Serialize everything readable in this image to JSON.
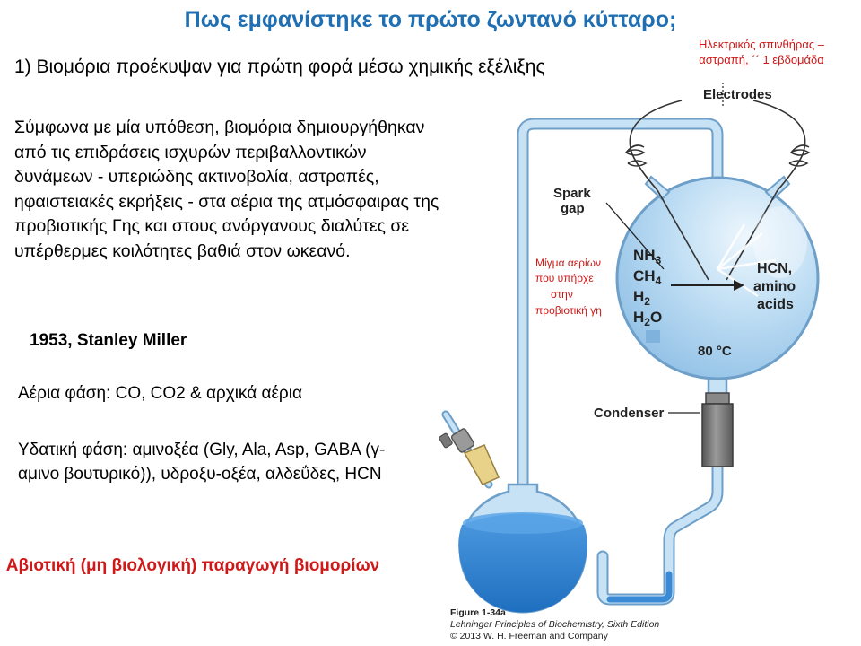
{
  "title": "Πως εμφανίστηκε το πρώτο ζωντανό κύτταρο;",
  "subtitle": "1) Βιομόρια προέκυψαν για πρώτη φορά μέσω χημικής εξέλιξης",
  "spark_note": "Ηλεκτρικός σπινθήρας – αστραπή, ´´ 1 εβδομάδα",
  "hypothesis": "Σύμφωνα με μία υπόθεση, βιομόρια δημιουργήθηκαν από τις επιδράσεις ισχυρών περιβαλλοντικών δυνάμεων - υπεριώδης ακτινοβολία, αστραπές, ηφαιστειακές εκρήξεις - στα αέρια της ατμόσφαιρας της προβιοτικής Γης και στους ανόργανους διαλύτες σε υπέρθερμες κοιλότητες βαθιά στον ωκεανό.",
  "miller": "1953, Stanley Miller",
  "gas_phase": "Αέρια φάση:  CO, CO2 & αρχικά αέρια",
  "aqueous_phase": "Υδατική φάση: αμινοξέα (Gly, Ala, Asp, GABA (γ-αμινο βουτυρικό)), υδροξυ-οξέα, αλδεΰδες, HCN",
  "abiotic": "Αβιοτική (μη βιολογική) παραγωγή βιομορίων",
  "diagram": {
    "electrodes": "Electrodes",
    "spark_gap_line1": "Spark",
    "spark_gap_line2": "gap",
    "gas_mix_note": [
      "Μίγμα αερίων",
      "που υπήρχε",
      "στην",
      "προβιοτική γη"
    ],
    "reactants": {
      "nh3": {
        "base": "NH",
        "sub": "3"
      },
      "ch4": {
        "base": "CH",
        "sub": "4"
      },
      "h2": {
        "base": "H",
        "sub": "2"
      },
      "h2o": {
        "base": "H",
        "sub": "2",
        "tail": "O"
      }
    },
    "products": [
      "HCN,",
      "amino",
      "acids"
    ],
    "temperature": "80 °C",
    "condenser": "Condenser",
    "figure": "Figure 1-34a",
    "book": "Lehninger Principles of Biochemistry, Sixth Edition",
    "copyright": "© 2013 W. H. Freeman and Company"
  },
  "colors": {
    "title": "#1f6fb2",
    "red_text": "#d01818",
    "glass": "#b3d6ef",
    "glass_outline": "#6d9fc9",
    "water": "#3a8ad6"
  }
}
